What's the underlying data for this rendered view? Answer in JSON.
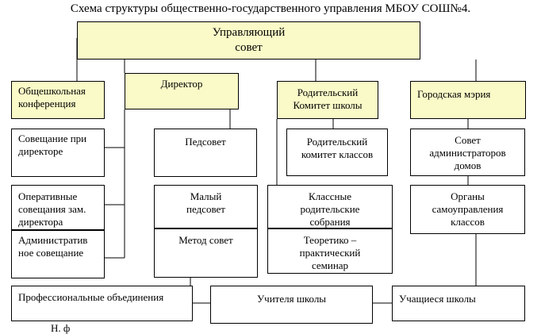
{
  "title": "Схема структуры общественно-государственного управления МБОУ СОШ№4.",
  "boxes": {
    "council": [
      "Управляющий",
      "совет"
    ],
    "conference": [
      "Общешкольная",
      "конференция"
    ],
    "director": "Директор",
    "parent_committee": [
      "Родительский",
      "Комитет школы"
    ],
    "city_hall": "Городская мэрия",
    "meeting_director": [
      "Совещание при",
      "директоре"
    ],
    "pedsovet": "Педсовет",
    "parent_committee_classes": [
      "Родительский",
      "комитет классов"
    ],
    "admin_council_houses": [
      "Совет",
      "администраторов",
      "домов"
    ],
    "operational_meetings": [
      "Оперативные",
      "совещания зам.",
      "директора"
    ],
    "small_pedsovet": [
      "Малый",
      "педсовет"
    ],
    "class_parent_meetings": [
      "Классные",
      "родительские",
      "собрания"
    ],
    "self_government": [
      "Органы",
      "самоуправления",
      "классов"
    ],
    "admin_meeting": [
      "Административ",
      "ное совещание"
    ],
    "method_council": "Метод совет",
    "theory_seminar": [
      "Теоретико –",
      "практический",
      "семинар"
    ],
    "prof_associations": "Профессиональные объединения",
    "teachers": "Учителя школы",
    "students": "Учащиеся школы"
  },
  "footer": "Н. ф"
}
